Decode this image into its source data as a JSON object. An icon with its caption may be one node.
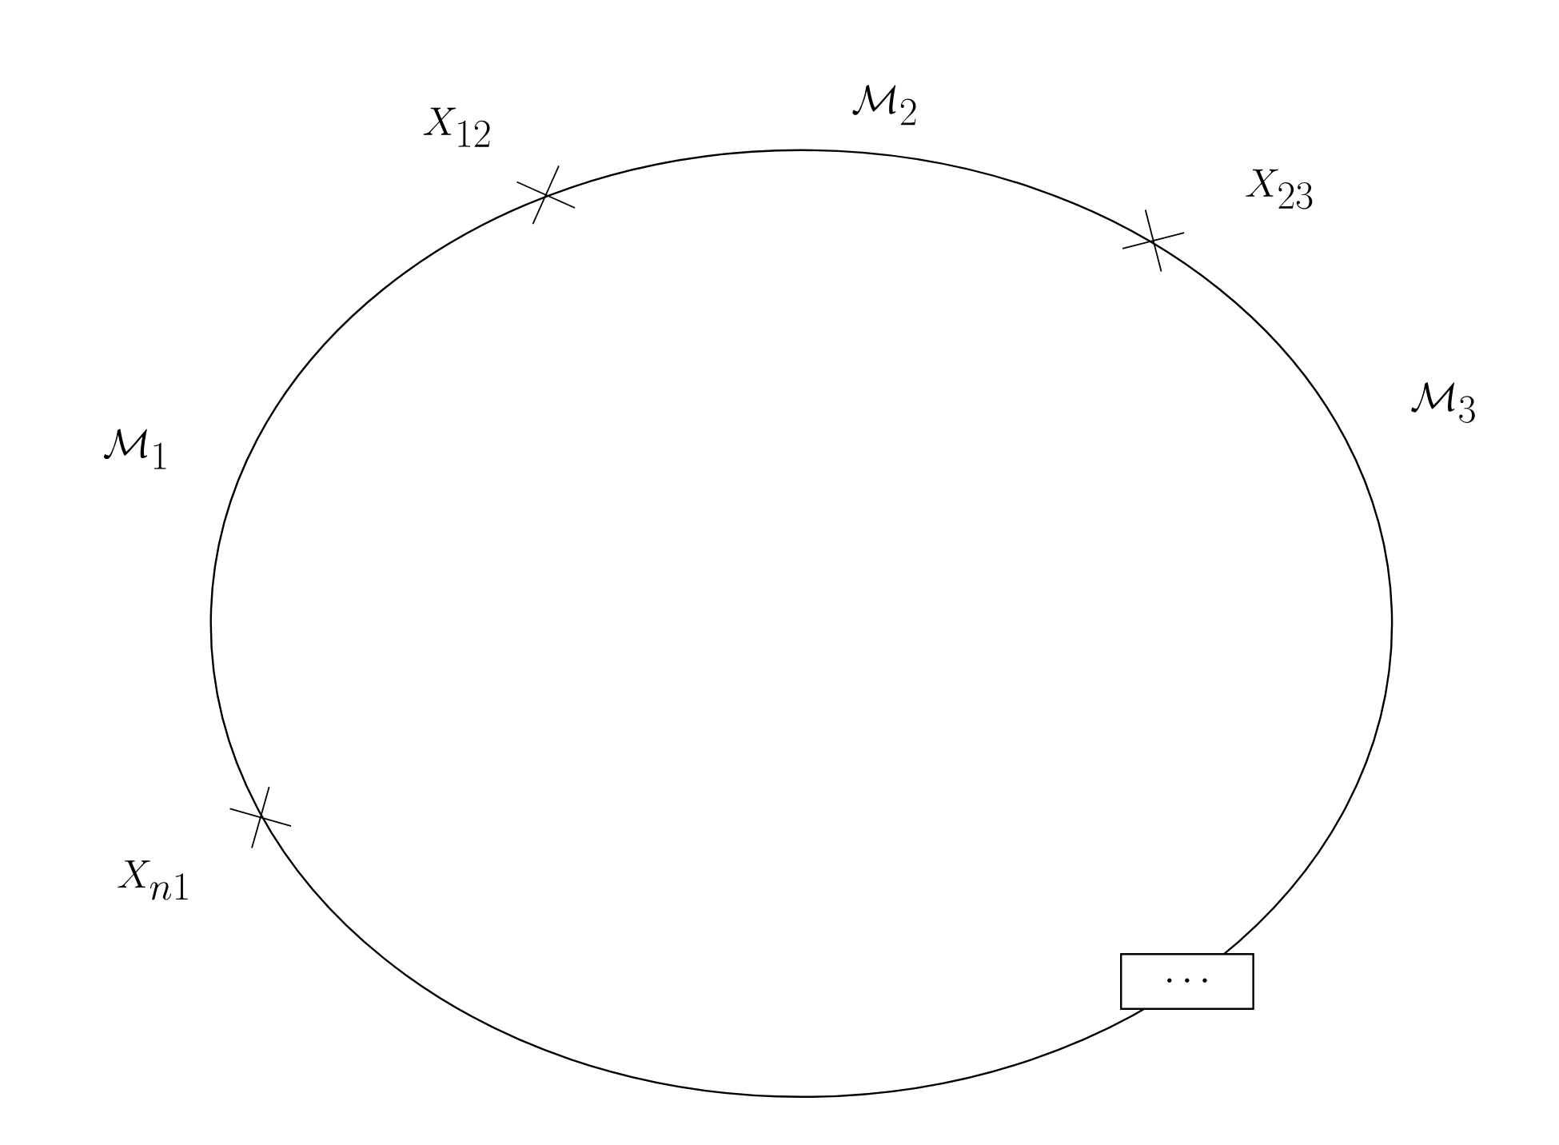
{
  "diagram": {
    "nodes": [
      {
        "text": [],
        "shape": "ellipse"
      },
      {
        "text": [
          "\\cdots"
        ]
      }
    ],
    "labels": [
      "\\mathcal{M}_2",
      "X_{12}",
      "X_{23}",
      "\\mathcal{M}_3",
      "\\mathcal{M}_1",
      "X_{n1}"
    ]
  }
}
